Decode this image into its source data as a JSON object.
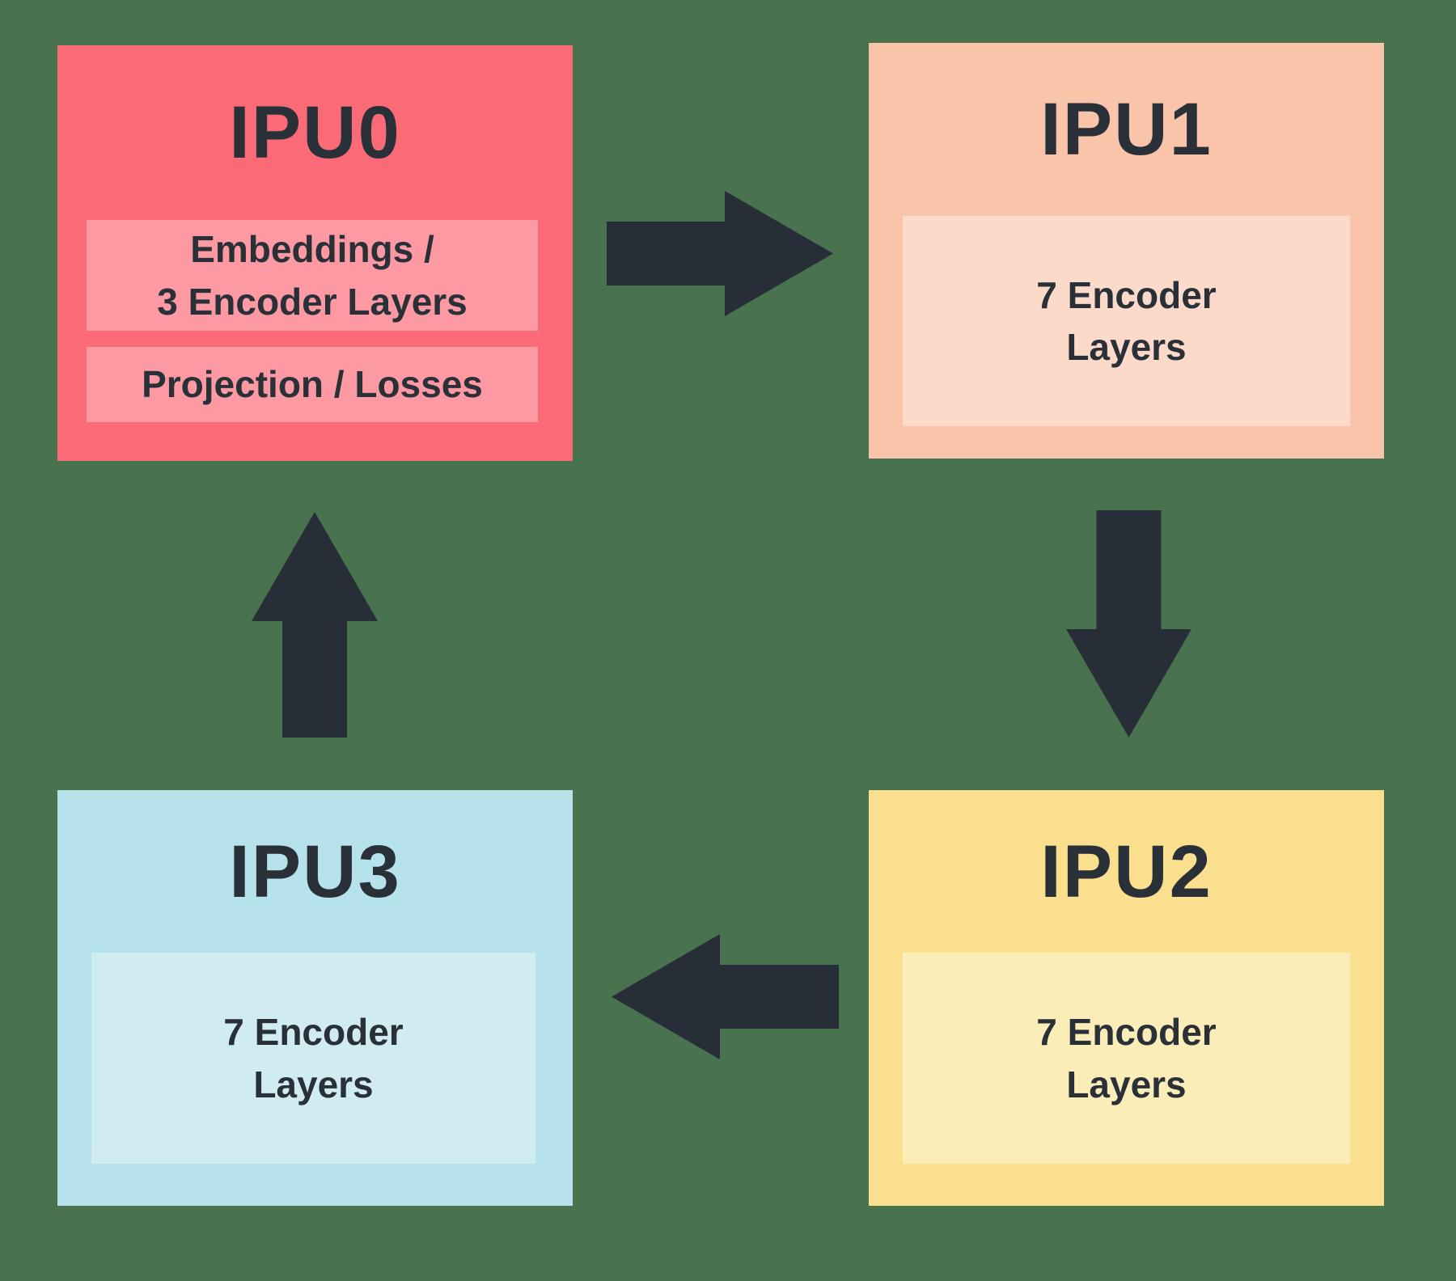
{
  "diagram": {
    "type": "cycle-flow-diagram",
    "background_color": "#49724E",
    "arrow_color": "#282E38",
    "text_color": "#2A3038",
    "nodes": [
      {
        "id": "ipu0",
        "title": "IPU0",
        "color": "#FB6B77",
        "inner_color": "#FC99A3",
        "blocks": [
          "Embeddings /\n3 Encoder Layers",
          "Projection / Losses"
        ]
      },
      {
        "id": "ipu1",
        "title": "IPU1",
        "color": "#F9C4AA",
        "inner_color": "#FBDACA",
        "blocks": [
          "7 Encoder\nLayers"
        ]
      },
      {
        "id": "ipu2",
        "title": "IPU2",
        "color": "#FAE08E",
        "inner_color": "#FBEDB8",
        "blocks": [
          "7 Encoder\nLayers"
        ]
      },
      {
        "id": "ipu3",
        "title": "IPU3",
        "color": "#B6E3EB",
        "inner_color": "#D0ECF1",
        "blocks": [
          "7 Encoder\nLayers"
        ]
      }
    ],
    "edges": [
      {
        "from": "IPU0",
        "to": "IPU1",
        "direction": "right"
      },
      {
        "from": "IPU1",
        "to": "IPU2",
        "direction": "down"
      },
      {
        "from": "IPU2",
        "to": "IPU3",
        "direction": "left"
      },
      {
        "from": "IPU3",
        "to": "IPU0",
        "direction": "up"
      }
    ]
  }
}
